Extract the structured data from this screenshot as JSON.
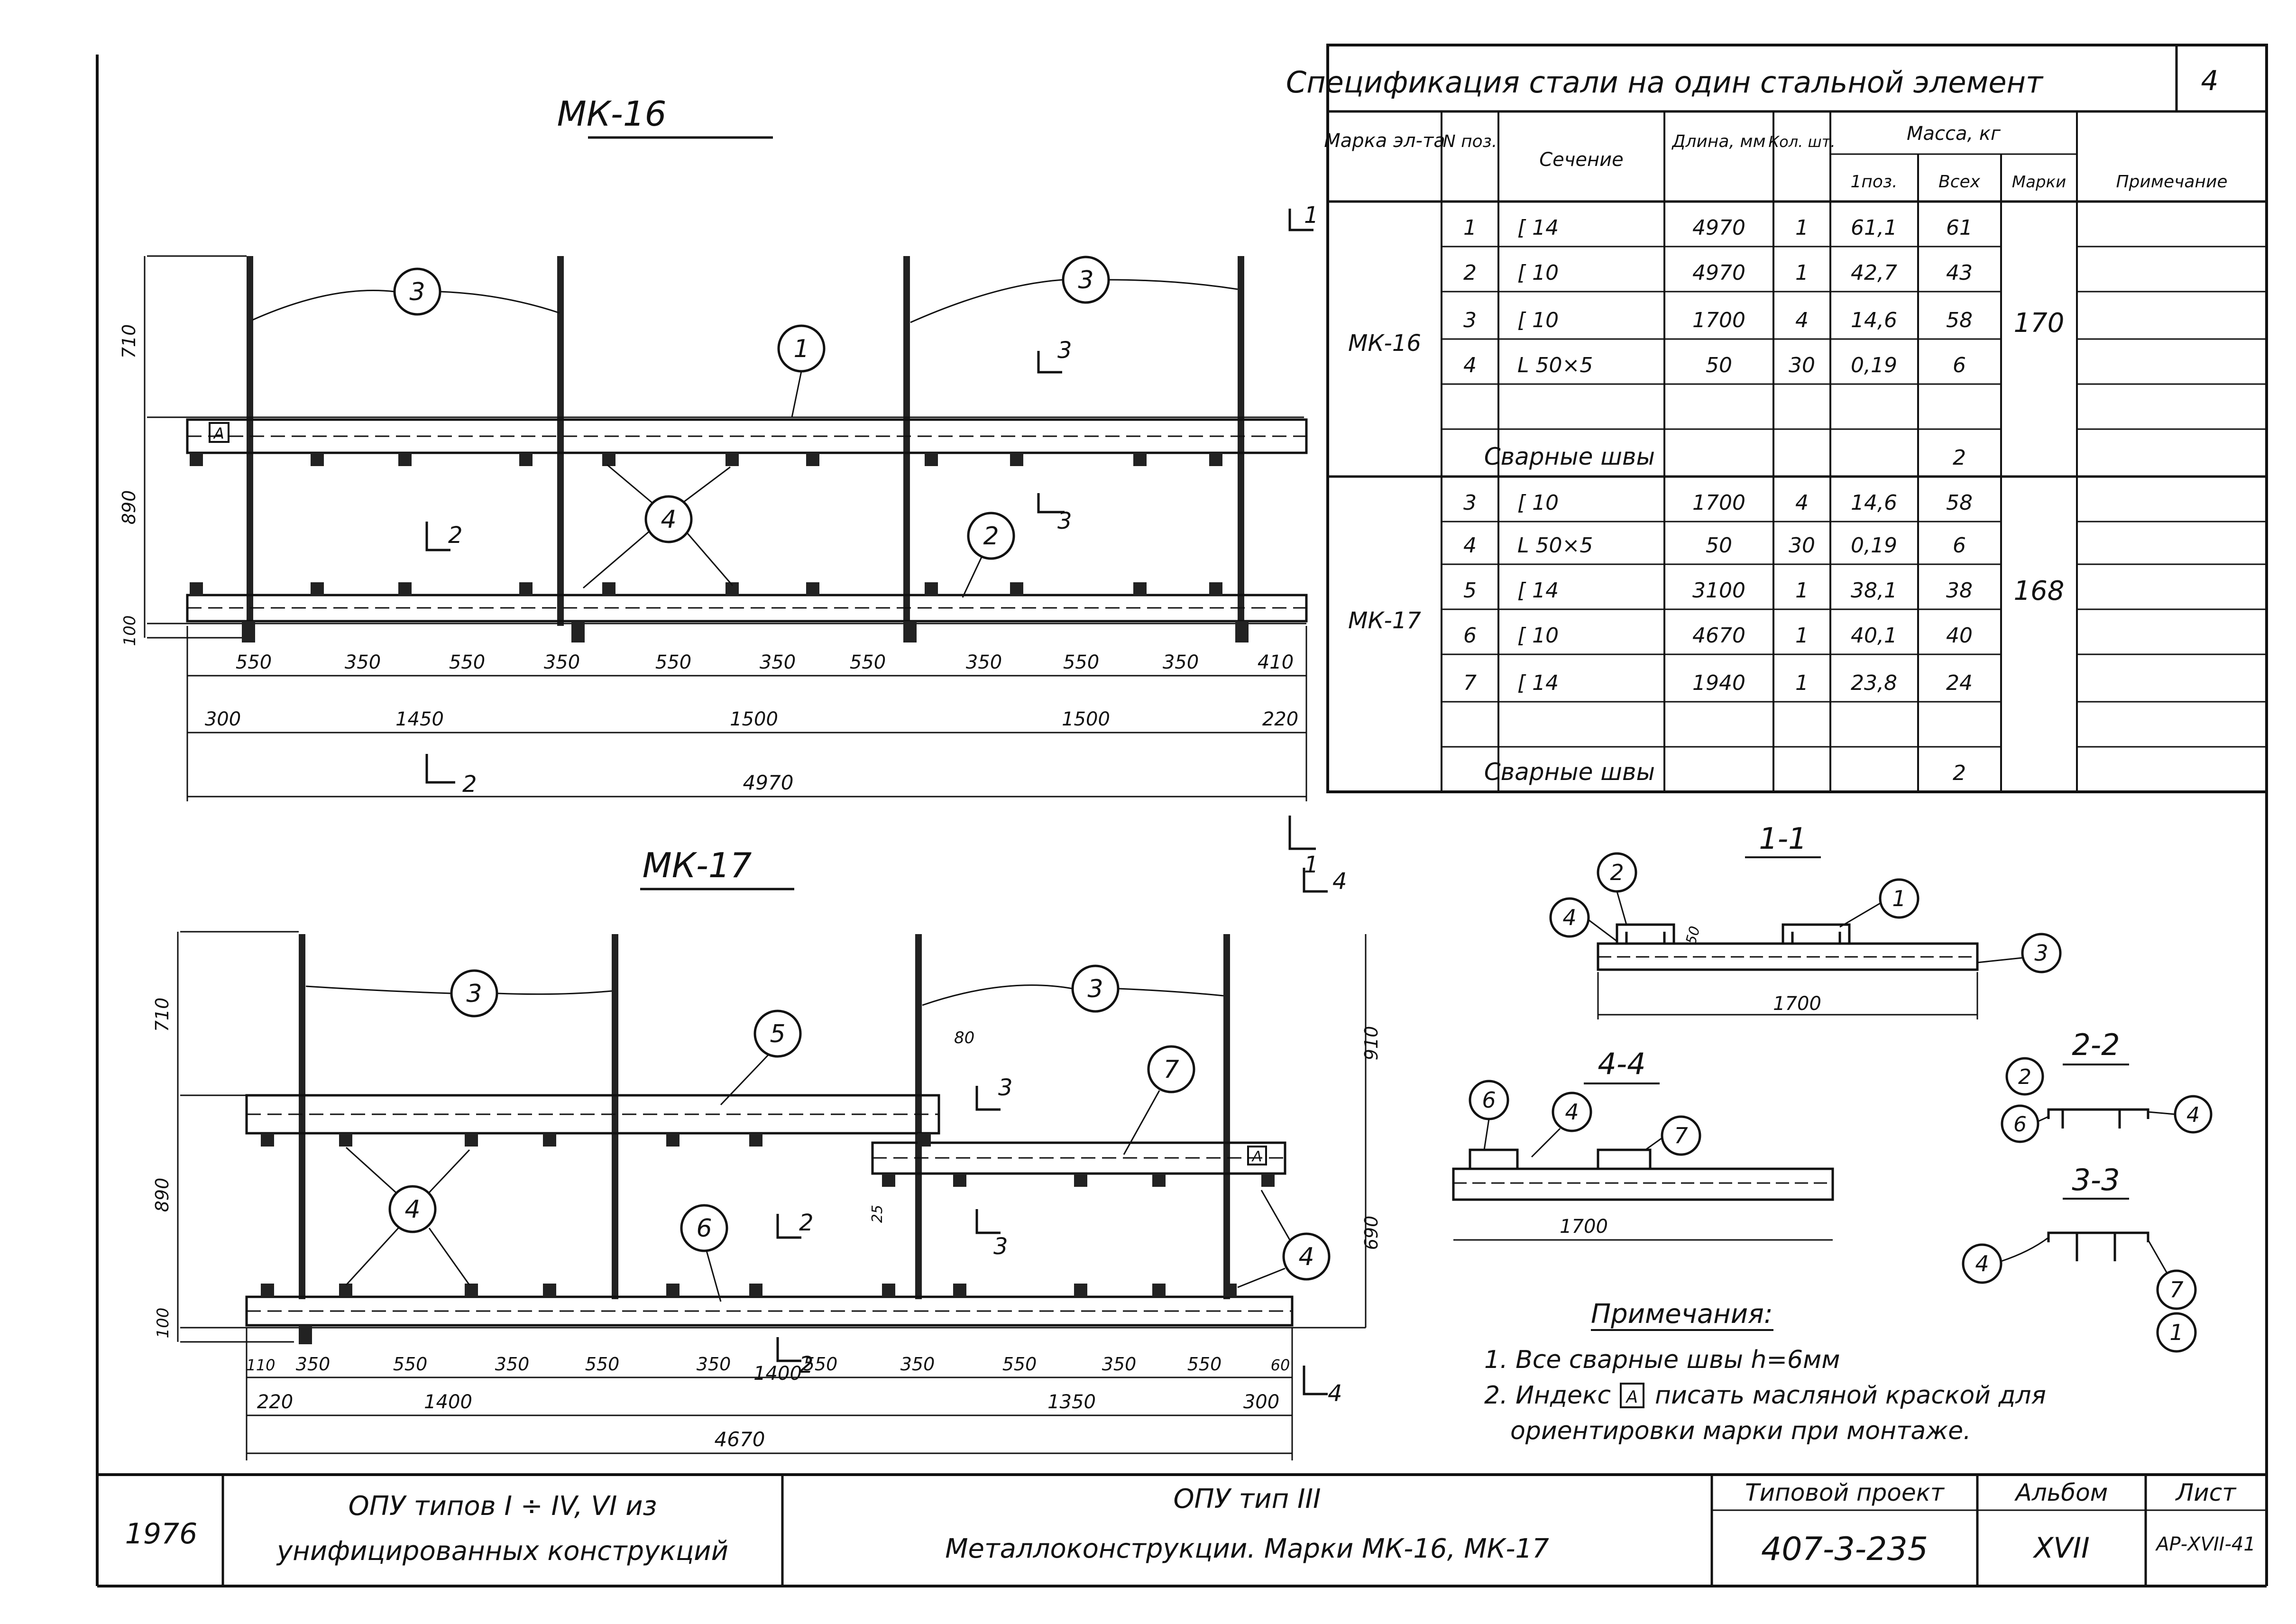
{
  "drawing_mk16": {
    "title": "МК-16",
    "dims_vertical": [
      "710",
      "890",
      "100"
    ],
    "dims_row1": [
      "550",
      "350",
      "550",
      "350",
      "550",
      "350",
      "550",
      "350",
      "550",
      "350",
      "410"
    ],
    "dims_row2": [
      "300",
      "1450",
      "1500",
      "1500",
      "220"
    ],
    "total": "4970",
    "callouts": [
      "3",
      "3",
      "1",
      "4",
      "2"
    ],
    "sections": [
      "1",
      "1",
      "2",
      "2",
      "3",
      "3"
    ],
    "index": "A"
  },
  "drawing_mk17": {
    "title": "МК-17",
    "dims_vertical": [
      "710",
      "890",
      "100",
      "910",
      "690"
    ],
    "dim_80": "80",
    "dim_25": "25",
    "dims_row1": [
      "110",
      "350",
      "550",
      "350",
      "550",
      "350",
      "550",
      "350",
      "550",
      "350",
      "550",
      "60"
    ],
    "dims_row2": [
      "220",
      "1400",
      "1400",
      "1350",
      "300"
    ],
    "total": "4670",
    "callouts": [
      "3",
      "3",
      "5",
      "7",
      "4",
      "6",
      "4"
    ],
    "sections": [
      "4",
      "4",
      "3",
      "3",
      "2",
      "2"
    ],
    "index": "A"
  },
  "spec_table": {
    "title": "Спецификация стали на один стальной элемент",
    "headers": {
      "mark": "Марка эл-та",
      "pos": "N поз.",
      "section": "Сечение",
      "length": "Длина, мм",
      "qty": "Кол. шт.",
      "mass": "Масса, кг",
      "mass_one": "1поз.",
      "mass_all": "Всех",
      "mass_mark": "Марки",
      "note": "Примечание"
    },
    "mk16_label": "МК-16",
    "mk16_total": "170",
    "mk16_rows": [
      {
        "pos": "1",
        "sec": "[ 14",
        "len": "4970",
        "qty": "1",
        "m1": "61,1",
        "ma": "61"
      },
      {
        "pos": "2",
        "sec": "[ 10",
        "len": "4970",
        "qty": "1",
        "m1": "42,7",
        "ma": "43"
      },
      {
        "pos": "3",
        "sec": "[ 10",
        "len": "1700",
        "qty": "4",
        "m1": "14,6",
        "ma": "58"
      },
      {
        "pos": "4",
        "sec": "L 50×5",
        "len": "50",
        "qty": "30",
        "m1": "0,19",
        "ma": "6"
      }
    ],
    "mk16_welds": "Сварные швы",
    "mk16_welds_mass": "2",
    "mk17_label": "МК-17",
    "mk17_total": "168",
    "mk17_rows": [
      {
        "pos": "3",
        "sec": "[ 10",
        "len": "1700",
        "qty": "4",
        "m1": "14,6",
        "ma": "58"
      },
      {
        "pos": "4",
        "sec": "L 50×5",
        "len": "50",
        "qty": "30",
        "m1": "0,19",
        "ma": "6"
      },
      {
        "pos": "5",
        "sec": "[ 14",
        "len": "3100",
        "qty": "1",
        "m1": "38,1",
        "ma": "38"
      },
      {
        "pos": "6",
        "sec": "[ 10",
        "len": "4670",
        "qty": "1",
        "m1": "40,1",
        "ma": "40"
      },
      {
        "pos": "7",
        "sec": "[ 14",
        "len": "1940",
        "qty": "1",
        "m1": "23,8",
        "ma": "24"
      }
    ],
    "mk17_welds": "Сварные швы",
    "mk17_welds_mass": "2",
    "corner_number": "4"
  },
  "section_1_1": {
    "title": "1-1",
    "dim_width": "1700",
    "dim_height": "50",
    "callouts": [
      "2",
      "4",
      "1",
      "3"
    ]
  },
  "section_4_4": {
    "title": "4-4",
    "dim_width": "1700",
    "callouts": [
      "6",
      "4",
      "7"
    ]
  },
  "section_2_2": {
    "title": "2-2",
    "callouts": [
      "2",
      "6",
      "4"
    ]
  },
  "section_3_3": {
    "title": "3-3",
    "callouts": [
      "4",
      "7",
      "1"
    ]
  },
  "notes": {
    "title": "Примечания:",
    "line1": "1. Все сварные швы h=6мм",
    "line2_a": "2. Индекс",
    "line2_box": "A",
    "line2_b": "писать масляной краской для",
    "line3": "ориентировки марки при монтаже."
  },
  "title_block": {
    "year": "1976",
    "left_line1": "ОПУ типов  I ÷ IV,  VI  из",
    "left_line2": "унифицированных  конструкций",
    "center_line1": "ОПУ тип  III",
    "center_line2": "Металлоконструкции. Марки МК-16, МК-17",
    "project_label": "Типовой проект",
    "project_number": "407-3-235",
    "album_label": "Альбом",
    "album_number": "XVII",
    "sheet_label": "Лист",
    "sheet_number": "АР-XVII-41"
  }
}
